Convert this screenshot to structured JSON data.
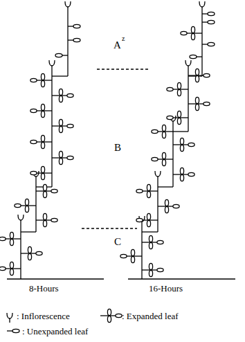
{
  "diagram": {
    "labels": [
      "A",
      "z",
      "B",
      "C",
      "8-Hours",
      "16-Hours"
    ],
    "legend": [
      {
        "text": ": Inflorescence"
      },
      {
        "text": ": Expanded leaf"
      },
      {
        "text": ": Unexpanded leaf"
      }
    ]
  }
}
